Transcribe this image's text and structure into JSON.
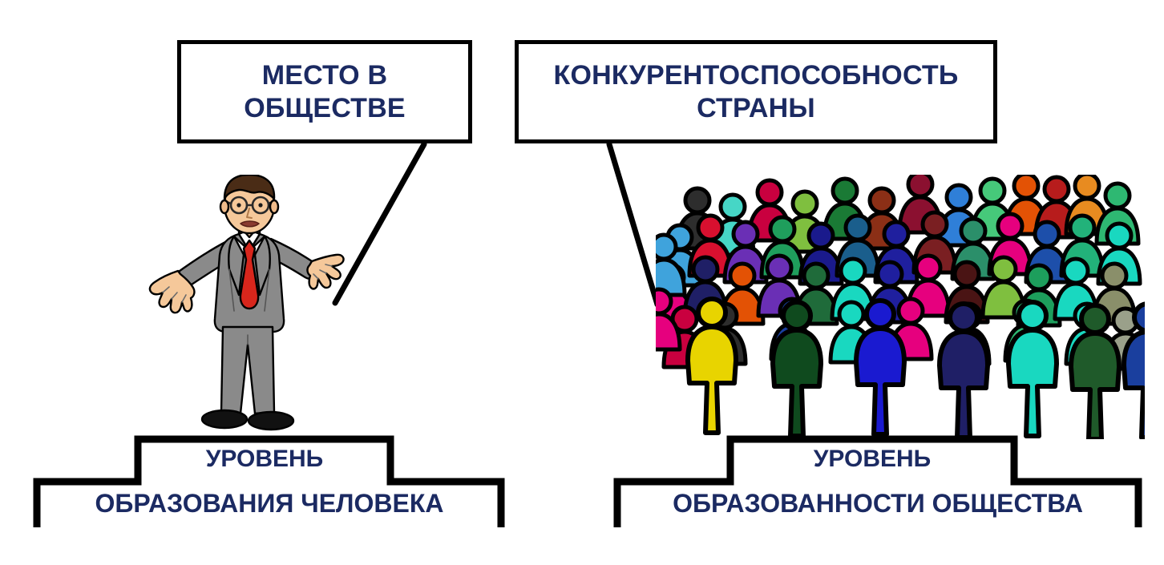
{
  "diagram": {
    "title_concepts": {
      "place_in_society": "МЕСТО В\nОБЩЕСТВЕ",
      "country_competitiveness": "КОНКУРЕНТОСПОСОБНОСТЬ\nСТРАНЫ"
    },
    "foundations": {
      "person_education_line1": "УРОВЕНЬ",
      "person_education_line2": "ОБРАЗОВАНИЯ ЧЕЛОВЕКА",
      "society_education_line1": "УРОВЕНЬ",
      "society_education_line2": "ОБРАЗОВАННОСТИ ОБЩЕСТВА"
    },
    "illustrations": {
      "single_person_alt": "businessman-shrugging-illustration",
      "crowd_alt": "colorful-crowd-silhouettes-illustration"
    },
    "colors": {
      "text_navy": "#1b2a62",
      "outline_black": "#000000",
      "background": "#ffffff",
      "suit_gray": "#8a8a8a",
      "tie_red": "#d8261c",
      "skin": "#f5c89a",
      "hair_brown": "#4a2c16",
      "shoe_black": "#111111"
    },
    "crowd_palette": [
      "#e8d400",
      "#0f4a1e",
      "#1a1a8c",
      "#1f1f66",
      "#19d8c0",
      "#1a6b2a",
      "#17408a",
      "#e6007e",
      "#c9003f",
      "#e35205",
      "#6a2fb5",
      "#2b8f6a",
      "#7fbf3f",
      "#14b3a6",
      "#8b2f16",
      "#2d2d2d",
      "#9b1b30",
      "#3fa3dc",
      "#4caf50",
      "#6f2f8f"
    ]
  }
}
